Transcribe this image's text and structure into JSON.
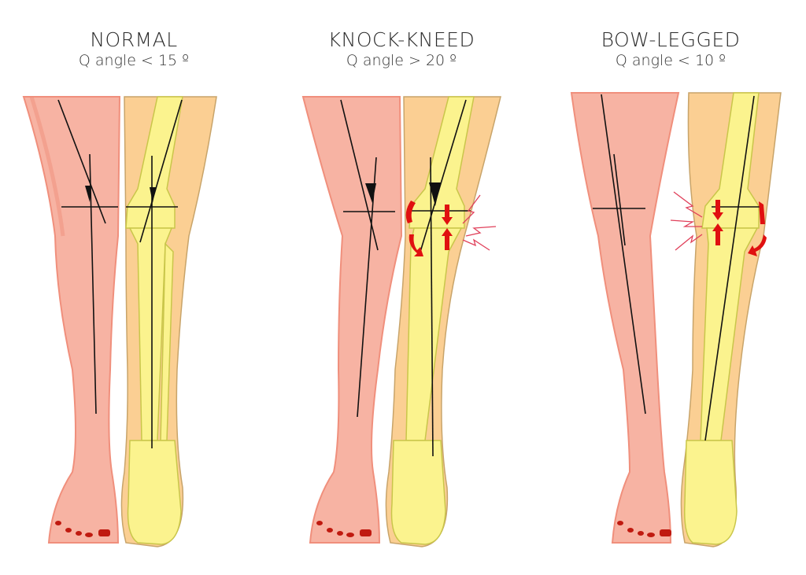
{
  "panels": [
    {
      "id": "normal",
      "title": "NORMAL",
      "subtitle": "Q angle < 15 º"
    },
    {
      "id": "knock-kneed",
      "title": "KNOCK-KNEED",
      "subtitle": "Q angle > 20 º"
    },
    {
      "id": "bow-legged",
      "title": "BOW-LEGGED",
      "subtitle": "Q angle < 10 º"
    }
  ],
  "colors": {
    "skin": "#f7b3a3",
    "skin_shadow": "#f08f7c",
    "flesh": "#fbcf93",
    "bone": "#fbf38e",
    "bone_outline": "#c9c64a",
    "line": "#111111",
    "arrow": "#e01010",
    "nail": "#c01a10"
  }
}
